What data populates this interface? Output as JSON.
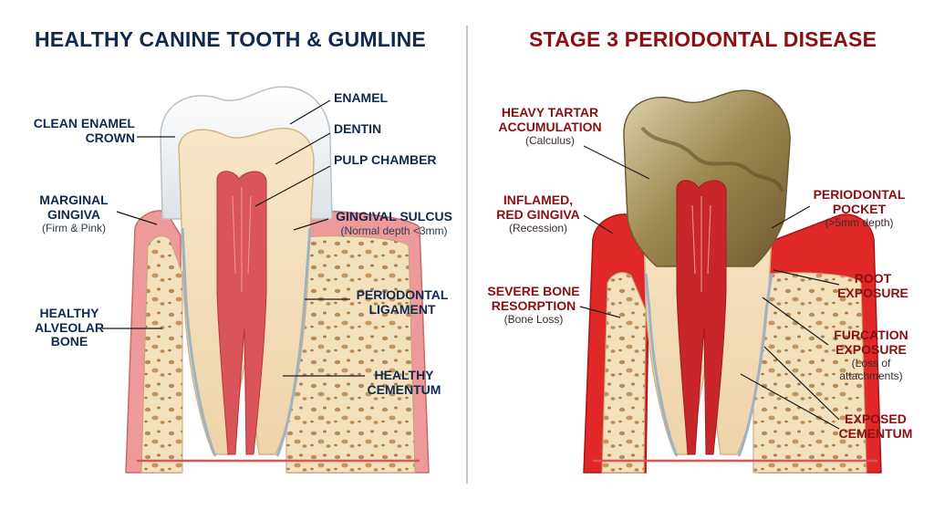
{
  "titles": {
    "left": "HEALTHY CANINE TOOTH & GUMLINE",
    "right": "STAGE 3 PERIODONTAL DISEASE"
  },
  "left_labels": {
    "clean_enamel": {
      "title": "CLEAN ENAMEL\nCROWN"
    },
    "marginal_gingiva": {
      "title": "MARGINAL\nGINGIVA",
      "sub": "(Firm & Pink)"
    },
    "alveolar_bone": {
      "title": "HEALTHY\nALVEOLAR\nBONE"
    },
    "enamel": {
      "title": "ENAMEL"
    },
    "dentin": {
      "title": "DENTIN"
    },
    "pulp_chamber": {
      "title": "PULP CHAMBER"
    },
    "gingival_sulcus": {
      "title": "GINGIVAL SULCUS",
      "sub": "(Normal depth <3mm)"
    },
    "periodontal_ligament": {
      "title": "PERIODONTAL\nLIGAMENT"
    },
    "healthy_cementum": {
      "title": "HEALTHY\nCEMENTUM"
    }
  },
  "right_labels": {
    "tartar": {
      "title": "HEAVY TARTAR\nACCUMULATION",
      "sub": "(Calculus)"
    },
    "inflamed_gingiva": {
      "title": "INFLAMED,\nRED GINGIVA",
      "sub": "(Recession)"
    },
    "bone_resorption": {
      "title": "SEVERE BONE\nRESORPTION",
      "sub": "(Bone Loss)"
    },
    "periodontal_pocket": {
      "title": "PERIODONTAL\nPOCKET",
      "sub": "(>5mm depth)"
    },
    "root_exposure": {
      "title": "ROOT\nEXPOSURE"
    },
    "furcation_exposure": {
      "title": "FURCATION\nEXPOSURE",
      "sub": "(Loss of\nattachments)"
    },
    "exposed_cementum": {
      "title": "EXPOSED\nCEMENTUM"
    }
  },
  "colors": {
    "title_left": "#10294f",
    "title_right": "#8b0f12",
    "enamel": "#f2f4f6",
    "dentin": "#f3dcb8",
    "pulp": "#d9555a",
    "gum_healthy": "#ef9a9a",
    "gum_inflamed": "#e02828",
    "bone": "#f3e1bd",
    "tartar": "#a38d58"
  }
}
